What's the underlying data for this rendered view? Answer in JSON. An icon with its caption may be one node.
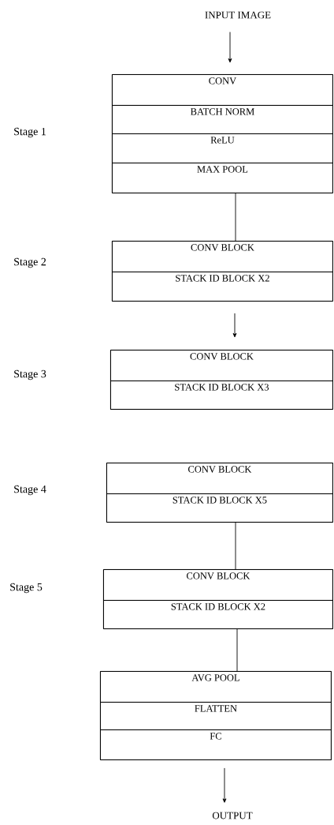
{
  "diagram": {
    "nodes": [
      {
        "text": [
          "INPUT IMAGE"
        ]
      },
      {
        "text": [],
        "shape": "box"
      },
      {
        "text": [
          "CONV"
        ],
        "in": 1
      },
      {
        "text": [
          "BATCH NORM"
        ],
        "in": 1
      },
      {
        "text": [
          "ReLU"
        ],
        "in": 1
      },
      {
        "text": [
          "MAX POOL"
        ],
        "in": 1
      },
      {
        "text": [],
        "shape": "box"
      },
      {
        "text": [
          "CONV BLOCK"
        ],
        "in": 6
      },
      {
        "text": [
          "STACK ID BLOCK X2"
        ],
        "in": 6
      },
      {
        "text": [],
        "shape": "box"
      },
      {
        "text": [
          "CONV BLOCK"
        ],
        "in": 9
      },
      {
        "text": [
          "STACK ID BLOCK X3"
        ],
        "in": 9
      },
      {
        "text": [],
        "shape": "box"
      },
      {
        "text": [
          "CONV BLOCK"
        ],
        "in": 12
      },
      {
        "text": [
          "STACK ID BLOCK X5"
        ],
        "in": 12
      },
      {
        "text": [],
        "shape": "box"
      },
      {
        "text": [
          "CONV BLOCK"
        ],
        "in": 15
      },
      {
        "text": [
          "STACK ID BLOCK X2"
        ],
        "in": 15
      },
      {
        "text": [],
        "shape": "box"
      },
      {
        "text": [
          "AVG POOL"
        ],
        "in": 18
      },
      {
        "text": [
          "FLATTEN"
        ],
        "in": 18
      },
      {
        "text": [
          "FC"
        ],
        "in": 18
      },
      {
        "text": [
          "OUTPUT"
        ]
      }
    ],
    "edges": [
      {
        "from": 0,
        "to": 1,
        "arrow": "to"
      },
      {
        "from": 1,
        "to": 6,
        "arrow": "none"
      },
      {
        "from": 6,
        "to": 9,
        "arrow": "to"
      },
      {
        "from": 12,
        "to": 15,
        "arrow": "none"
      },
      {
        "from": 15,
        "to": 18,
        "arrow": "none"
      },
      {
        "from": 18,
        "to": 22,
        "arrow": "to"
      }
    ],
    "labels": [
      "Stage 1",
      "Stage 2",
      "Stage 3",
      "Stage 4",
      "Stage 5"
    ]
  }
}
